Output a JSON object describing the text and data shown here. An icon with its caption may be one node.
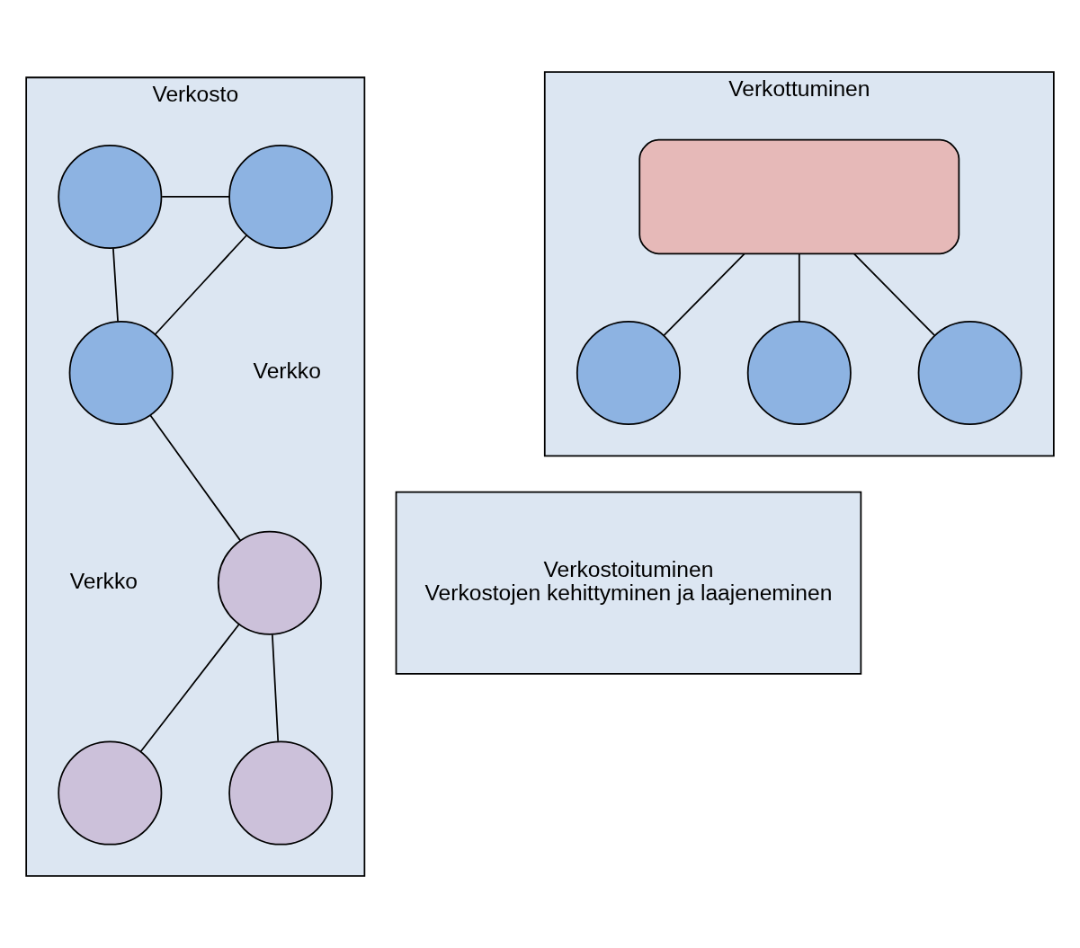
{
  "diagram": {
    "nodes": [
      {
        "text": [
          "Verkosto"
        ]
      },
      {
        "text": [],
        "shape": "circle",
        "in": 0
      },
      {
        "text": [],
        "shape": "circle",
        "in": 0
      },
      {
        "text": [],
        "shape": "circle",
        "in": 0
      },
      {
        "text": [],
        "shape": "circle",
        "in": 0
      },
      {
        "text": [],
        "shape": "circle",
        "in": 0
      },
      {
        "text": [],
        "shape": "circle",
        "in": 0
      },
      {
        "text": [
          "Verkottuminen"
        ]
      },
      {
        "text": [],
        "shape": "box",
        "in": 7
      },
      {
        "text": [],
        "shape": "circle",
        "in": 7
      },
      {
        "text": [],
        "shape": "circle",
        "in": 7
      },
      {
        "text": [],
        "shape": "circle",
        "in": 7
      },
      {
        "text": [
          "Verkostoituminen",
          "Verkostojen kehittyminen ja laajeneminen"
        ]
      }
    ],
    "edges": [
      {
        "from": 1,
        "to": 2,
        "arrow": "none"
      },
      {
        "from": 1,
        "to": 3,
        "arrow": "none"
      },
      {
        "from": 2,
        "to": 3,
        "arrow": "none"
      },
      {
        "from": 3,
        "to": 4,
        "arrow": "none"
      },
      {
        "from": 4,
        "to": 5,
        "arrow": "none"
      },
      {
        "from": 4,
        "to": 6,
        "arrow": "none"
      },
      {
        "from": 8,
        "to": 9,
        "arrow": "none"
      },
      {
        "from": 8,
        "to": 10,
        "arrow": "none"
      },
      {
        "from": 8,
        "to": 11,
        "arrow": "none"
      }
    ],
    "labels": [
      "Verkko",
      "Verkko"
    ]
  }
}
